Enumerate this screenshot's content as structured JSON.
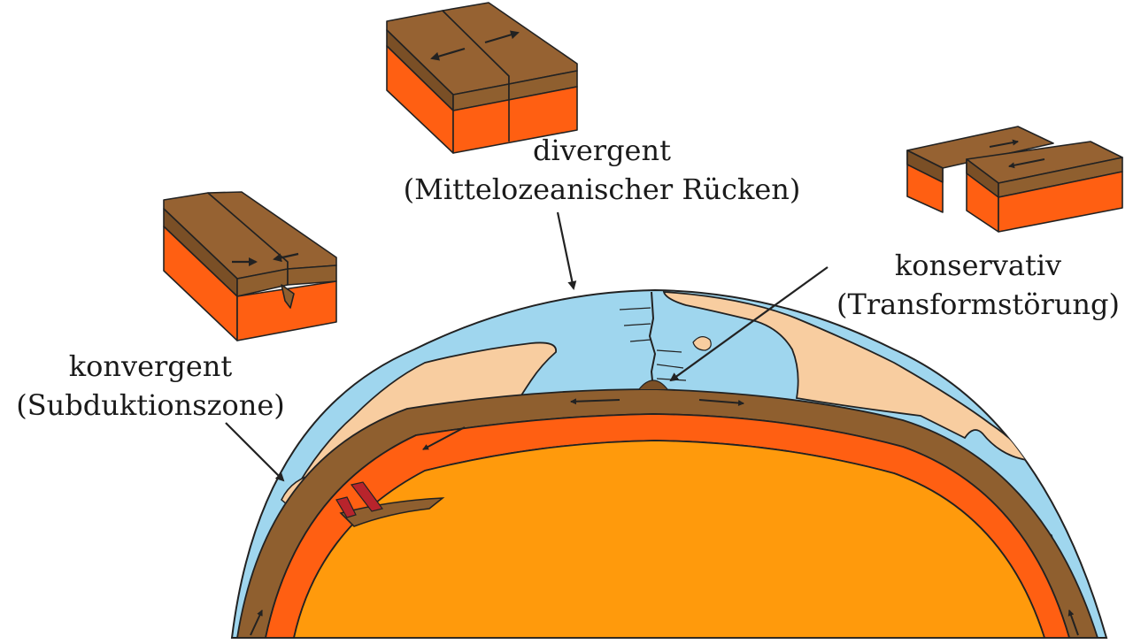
{
  "labels": {
    "divergent": {
      "type": "divergent",
      "name": "(Mittelozeanischer Rücken)"
    },
    "konservativ": {
      "type": "konservativ",
      "name": "(Transformstörung)"
    },
    "konvergent": {
      "type": "konvergent",
      "name": "(Subduktionszone)"
    }
  },
  "colors": {
    "ocean": "#9fd6ee",
    "continent": "#f8cda0",
    "crust": "#8f5f2f",
    "block_top": "#966232",
    "mantle": "#ff5f12",
    "core": "#ff9a0c",
    "magma": "#b8242c",
    "outline": "#222222"
  }
}
